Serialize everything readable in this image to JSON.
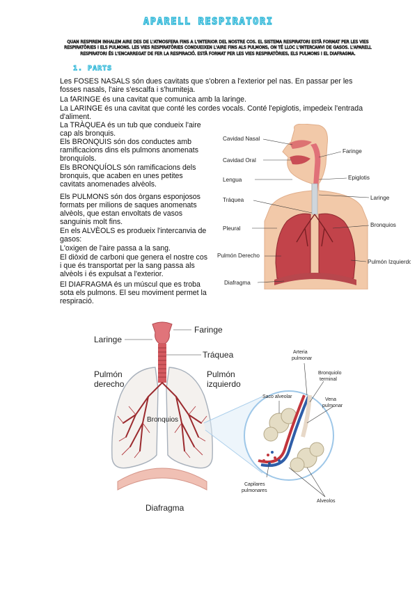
{
  "title": "APARELL RESPIRATORI",
  "intro": "Quan respirem inhalem aire des de l'atmosfera fins a l'interior del nostre cos. El sistema respiratori està format per les vies respiratòries i els pulmons. Les vies respiratòries condueixen l'aire fins als pulmons, on té lloc l'intercanvi de gasos. L'aparell respiratori és l'encarregat de fer la respiració. Està format per les vies respiratòries, els pulmons i el diafragma.",
  "section_heading": "1. PARTS",
  "paragraphs": [
    "Les FOSES NASALS són dues cavitats que s'obren a l'exterior pel nas. En passar per les fosses nasals, l'aire s'escalfa i s'humiteja.",
    "La fARINGE és una cavitat que comunica amb la laringe.",
    "La LARINGE és una cavitat que conté les cordes vocals. Conté l'epiglotis, impedeix l'entrada d'aliment.",
    "La TRÀQUEA és un tub que condueix l'aire cap als bronquis.",
    "Els BRONQUIS són dos conductes amb ramificacions dins els pulmons anomenats bronquíols.",
    "Els BRONQUÍOLS són ramificacions dels bronquis, que acaben en unes petites cavitats anomenades alvèols.",
    "Els PULMONS són dos òrgans esponjosos formats per milions de saques anomenats alvèols, que estan envoltats de vasos sanguinis molt fins.",
    "En els ALVÈOLS es produeix l'intercanvia de gasos:",
    "L'oxigen de l'aire passa a la sang.",
    "El diòxid de carboni que genera el nostre cos i que és transportat per la sang passa als alvèols i és expulsat a l'exterior.",
    "El DIAFRAGMA és un múscul que es troba sota els pulmons. El seu moviment permet la respiració."
  ],
  "figure1_labels": {
    "nasal": "Cavidad Nasal",
    "oral": "Cavidad Oral",
    "tongue": "Lengua",
    "trachea": "Tráquea",
    "pleural": "Pleural",
    "right_lung": "Pulmón Derecho",
    "diaphragm": "Diafragma",
    "pharynx": "Faringe",
    "epiglottis": "Epiglotis",
    "larynx": "Laringe",
    "bronchioles": "Bronquios",
    "left_lung": "Pulmón Izquierdo"
  },
  "figure2_labels": {
    "pharynx": "Faringe",
    "larynx": "Laringe",
    "trachea": "Tráquea",
    "right_lung_1": "Pulmón",
    "right_lung_2": "derecho",
    "left_lung_1": "Pulmón",
    "left_lung_2": "izquierdo",
    "bronchi": "Bronquios",
    "diaphragm": "Diafragma",
    "artery_1": "Arteria",
    "artery_2": "pulmonar",
    "bronchiole_1": "Bronquiolo",
    "bronchiole_2": "terminal",
    "alveolar_sac": "Saco alveolar",
    "vein_1": "Vena",
    "vein_2": "pulmonar",
    "capillaries_1": "Capilares",
    "capillaries_2": "pulmonares",
    "alveoli": "Alveolos"
  },
  "colors": {
    "title_outline": "#2fb7d8",
    "lung_fill": "#c2434a",
    "skin_fill": "#f2c9a9",
    "bronchi": "#9b2b2f"
  }
}
